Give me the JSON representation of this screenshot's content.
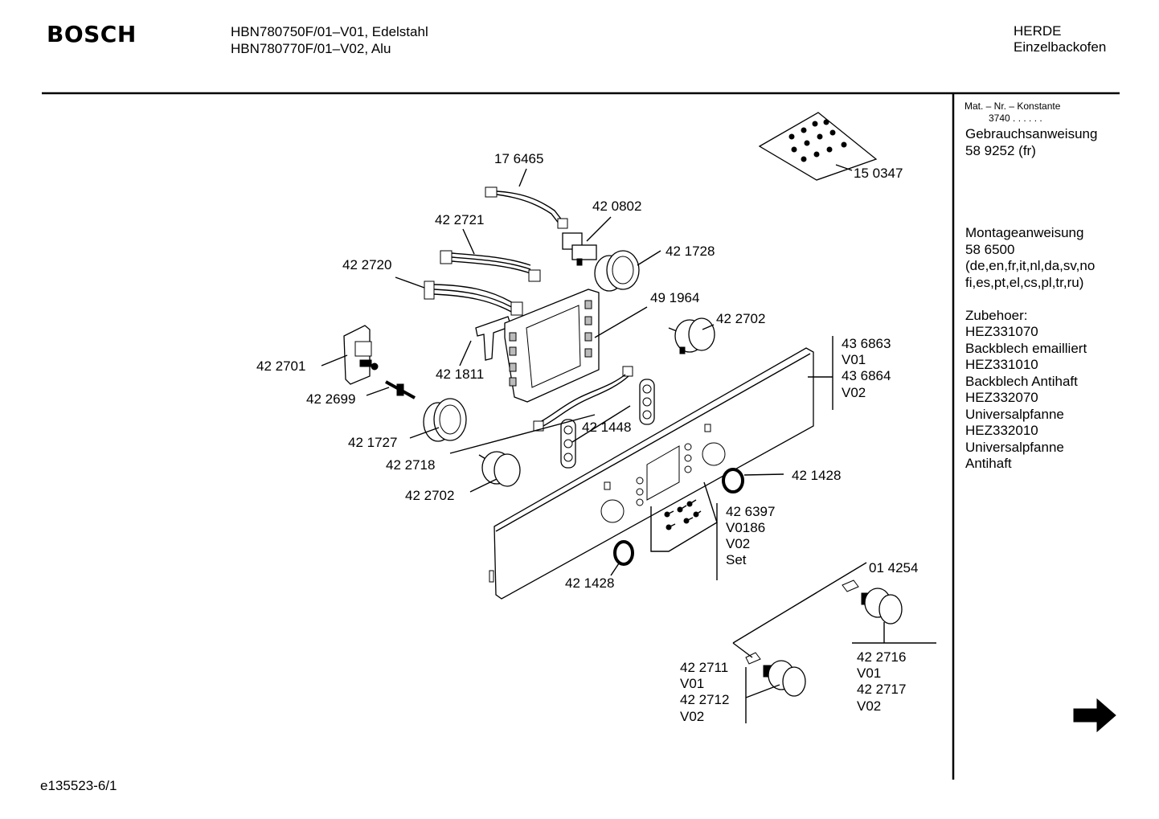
{
  "header": {
    "brand": "BOSCH",
    "model_line_1": "HBN780750F/01–V01, Edelstahl",
    "model_line_2": "HBN780770F/01–V02, Alu",
    "category_1": "HERDE",
    "category_2": "Einzelbackofen"
  },
  "sidebar": {
    "mat_label": "Mat. – Nr. – Konstante",
    "mat_value": "3740 . . . . . .",
    "lines": [
      "Gebrauchsanweisung",
      "58 9252 (fr)",
      "",
      "",
      "",
      "",
      "Montageanweisung",
      "58 6500",
      "(de,en,fr,it,nl,da,sv,no",
      "fi,es,pt,el,cs,pl,tr,ru)",
      "",
      "Zubehoer:",
      "HEZ331070",
      "Backblech emailliert",
      "HEZ331010",
      "Backblech Antihaft",
      "HEZ332070",
      "Universalpfanne",
      "HEZ332010",
      "Universalpfanne",
      "Antihaft"
    ]
  },
  "labels": {
    "p150347": "15 0347",
    "p176465": "17 6465",
    "p420802": "42 0802",
    "p422721": "42 2721",
    "p421728": "42 1728",
    "p422720": "42 2720",
    "p491964": "49 1964",
    "p422702a": "42 2702",
    "p436863": [
      "43 6863",
      "V01",
      "43 6864",
      "V02"
    ],
    "p422701": "42 2701",
    "p421811": "42 1811",
    "p422699": "42 2699",
    "p421448": "42 1448",
    "p421727": "42 1727",
    "p422718": "42 2718",
    "p421428a": "42 1428",
    "p422702b": "42 2702",
    "p426397": [
      "42 6397",
      "V0186",
      "V02",
      "Set"
    ],
    "p421428b": "42 1428",
    "p014254": "01 4254",
    "p422716": [
      "42 2716",
      "V01",
      "42 2717",
      "V02"
    ],
    "p422711": [
      "42 2711",
      "V01",
      "42 2712",
      "V02"
    ]
  },
  "footer": {
    "doc_id": "e135523-6/1"
  },
  "icons": {
    "next_page": "arrow-right-icon"
  }
}
